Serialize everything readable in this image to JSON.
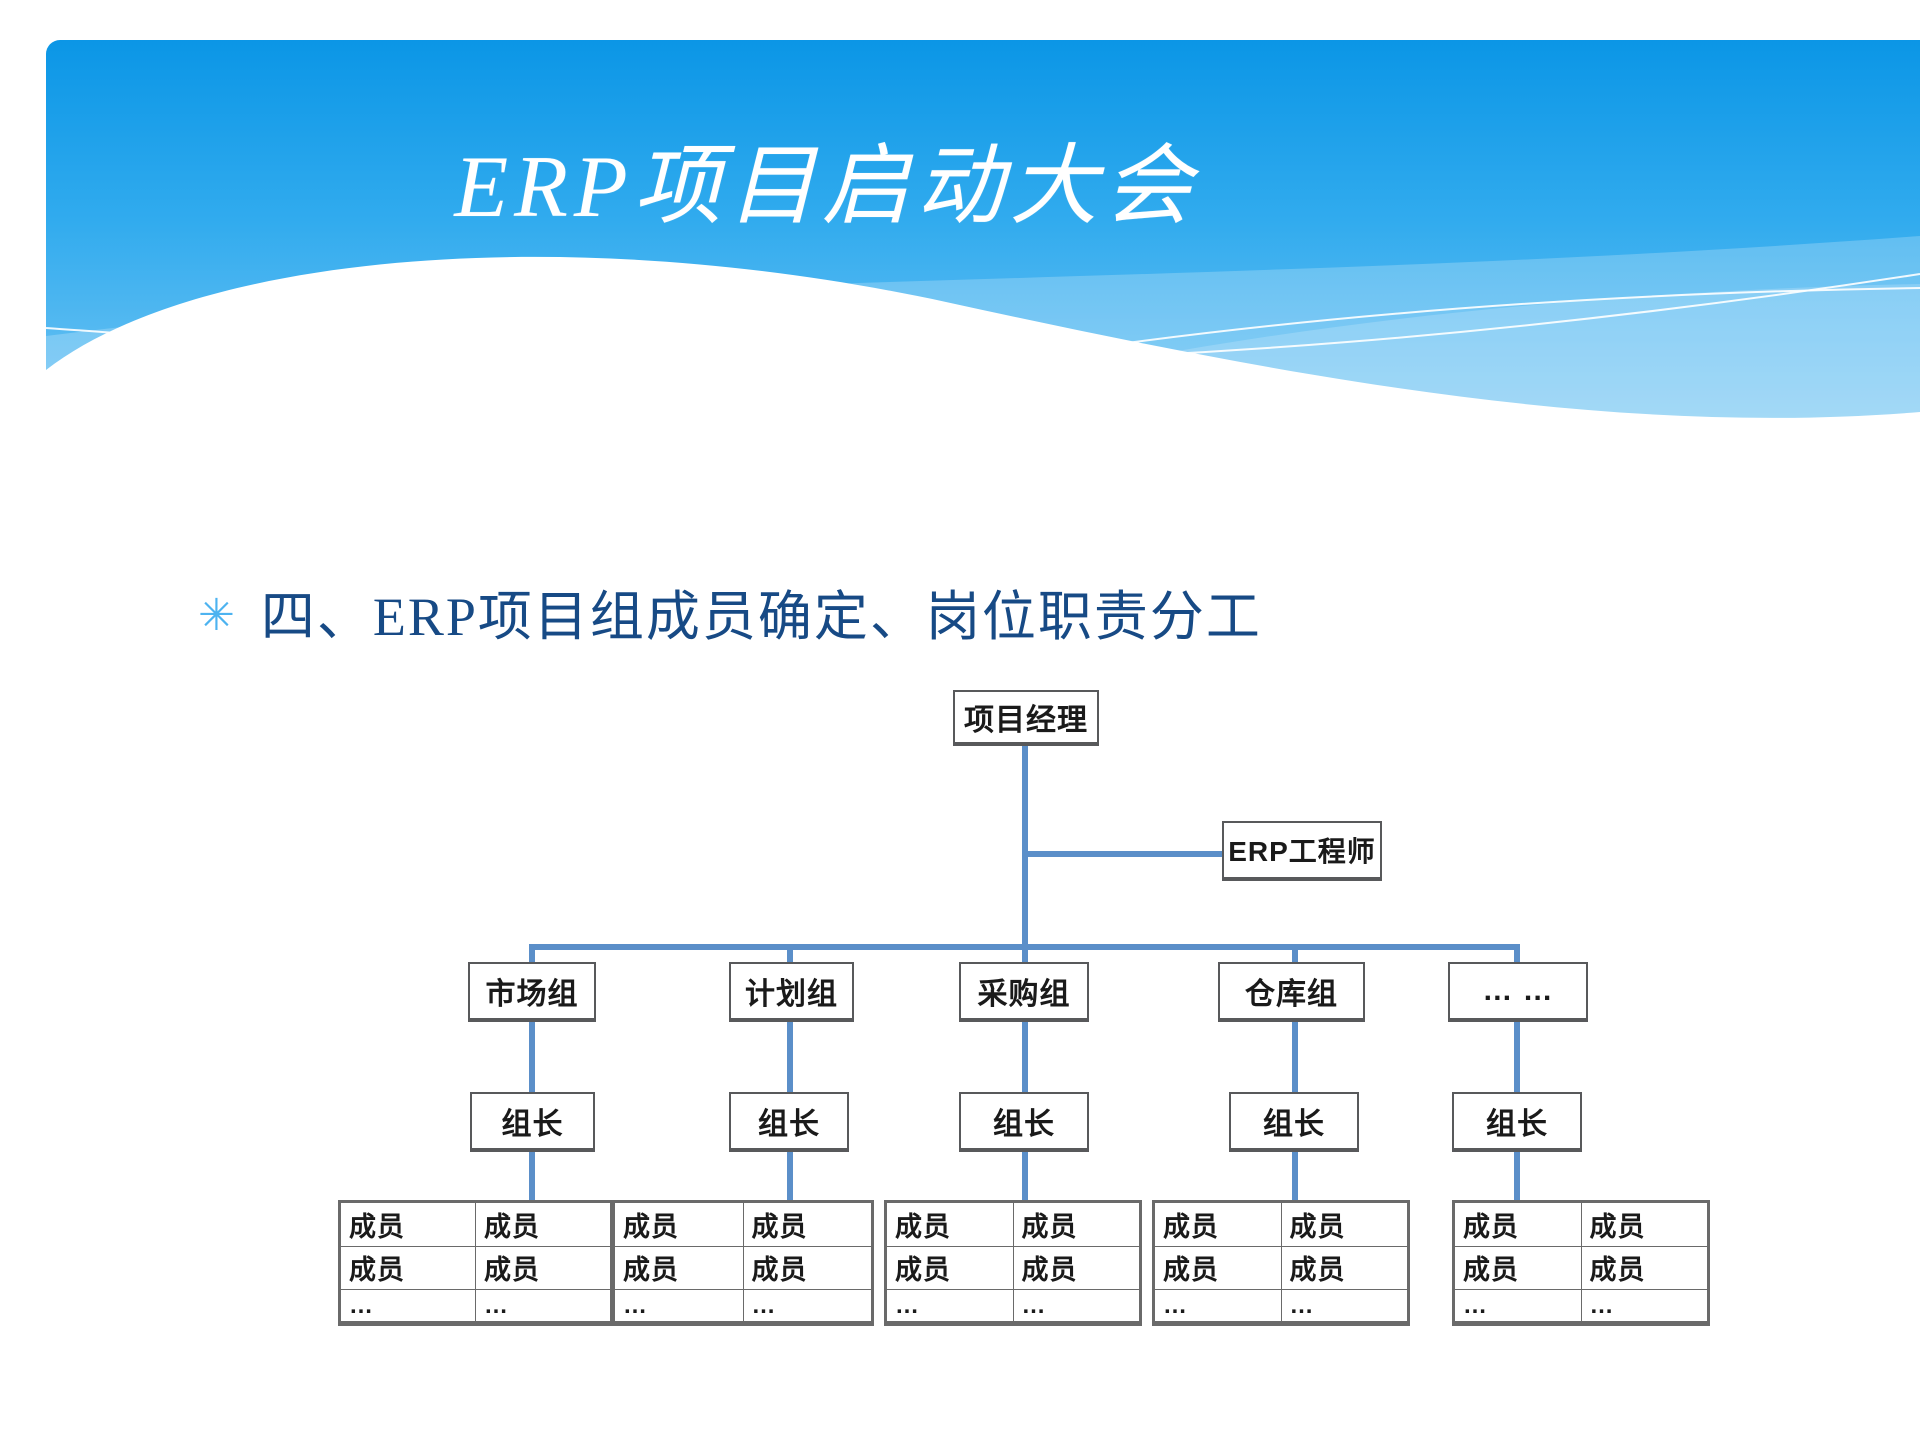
{
  "slide": {
    "title": "ERP项目启动大会",
    "bullet_marker": "✳",
    "bullet_text": "四、ERP项目组成员确定、岗位职责分工",
    "colors": {
      "banner_top": "#0d9ae8",
      "banner_bottom": "#6cc2f2",
      "title_text": "#ffffff",
      "bullet_marker": "#4db3f0",
      "bullet_text": "#174a85",
      "connector": "#5b8fc9",
      "node_border": "#58595b",
      "table_border": "#6a6a6a"
    }
  },
  "org_chart": {
    "project_manager": "项目经理",
    "erp_engineer": "ERP工程师",
    "groups": [
      {
        "name": "市场组",
        "leader": "组长"
      },
      {
        "name": "计划组",
        "leader": "组长"
      },
      {
        "name": "采购组",
        "leader": "组长"
      },
      {
        "name": "仓库组",
        "leader": "组长"
      },
      {
        "name": "… …",
        "leader": "组长"
      }
    ],
    "member_label": "成员",
    "ellipsis_label": "…",
    "member_table_rows": [
      [
        "成员",
        "成员"
      ],
      [
        "成员",
        "成员"
      ],
      [
        "…",
        "…"
      ]
    ]
  }
}
